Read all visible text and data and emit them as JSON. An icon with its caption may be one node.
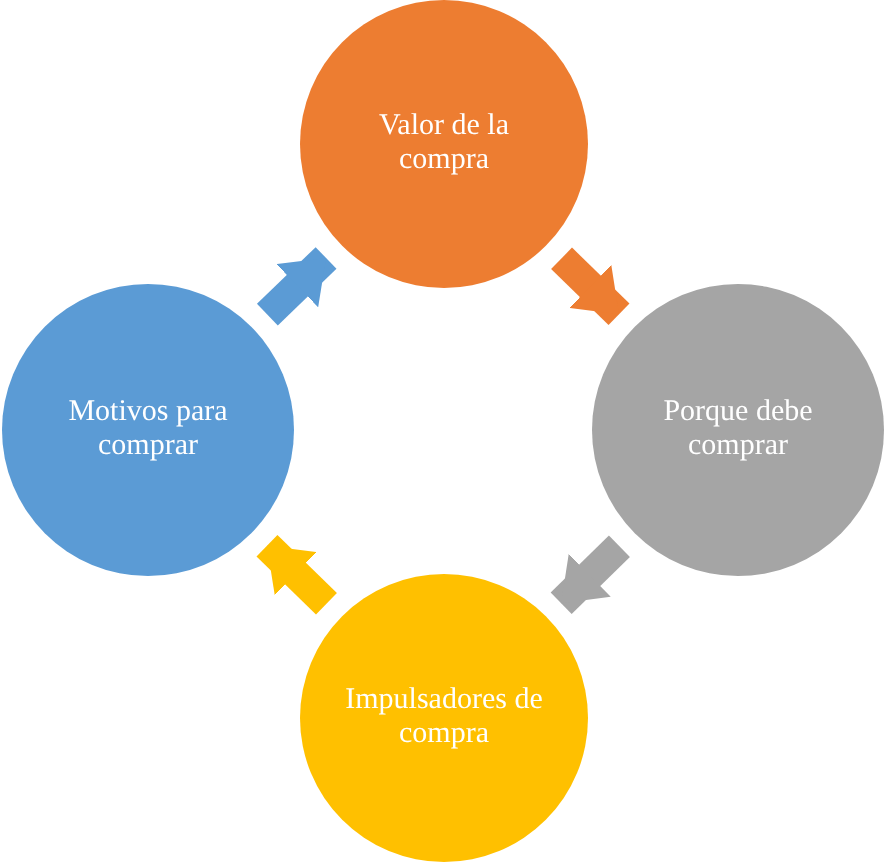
{
  "diagram": {
    "nodes": [
      {
        "text": [
          "Valor de la compra"
        ]
      },
      {
        "text": [
          "Motivos para comprar"
        ]
      },
      {
        "text": [
          "Porque debe comprar"
        ]
      },
      {
        "text": [
          "Impulsadores de compra"
        ]
      }
    ],
    "edges": [
      {
        "from": 0,
        "to": 2,
        "arrow": "to",
        "color": "#ed7d31"
      },
      {
        "from": 2,
        "to": 3,
        "arrow": "to",
        "color": "#a5a5a5"
      },
      {
        "from": 3,
        "to": 1,
        "arrow": "to",
        "color": "#ffc000"
      },
      {
        "from": 1,
        "to": 0,
        "arrow": "to",
        "color": "#5b9bd5"
      }
    ]
  }
}
